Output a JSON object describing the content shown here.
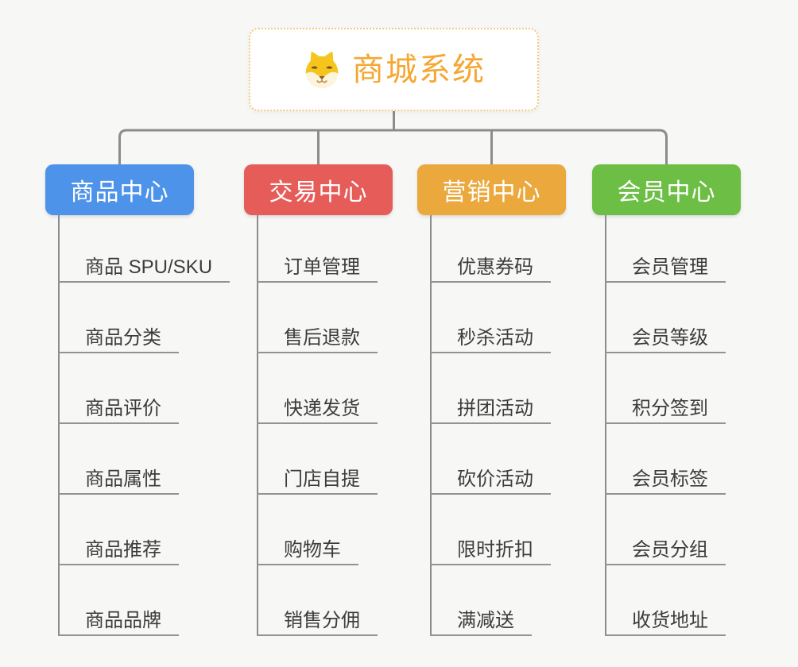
{
  "root": {
    "title": "商城系统",
    "icon": "dog-face-icon",
    "text_color": "#F5A733",
    "border_color": "#F4C87C"
  },
  "connector_color": "#8C8C8C",
  "branches": [
    {
      "id": "product-center",
      "label": "商品中心",
      "color": "#4E93EA",
      "children": [
        "商品 SPU/SKU",
        "商品分类",
        "商品评价",
        "商品属性",
        "商品推荐",
        "商品品牌"
      ]
    },
    {
      "id": "trade-center",
      "label": "交易中心",
      "color": "#E65C59",
      "children": [
        "订单管理",
        "售后退款",
        "快递发货",
        "门店自提",
        "购物车",
        "销售分佣"
      ]
    },
    {
      "id": "marketing-center",
      "label": "营销中心",
      "color": "#EAA83D",
      "children": [
        "优惠券码",
        "秒杀活动",
        "拼团活动",
        "砍价活动",
        "限时折扣",
        "满减送"
      ]
    },
    {
      "id": "member-center",
      "label": "会员中心",
      "color": "#6DBE44",
      "children": [
        "会员管理",
        "会员等级",
        "积分签到",
        "会员标签",
        "会员分组",
        "收货地址"
      ]
    }
  ]
}
